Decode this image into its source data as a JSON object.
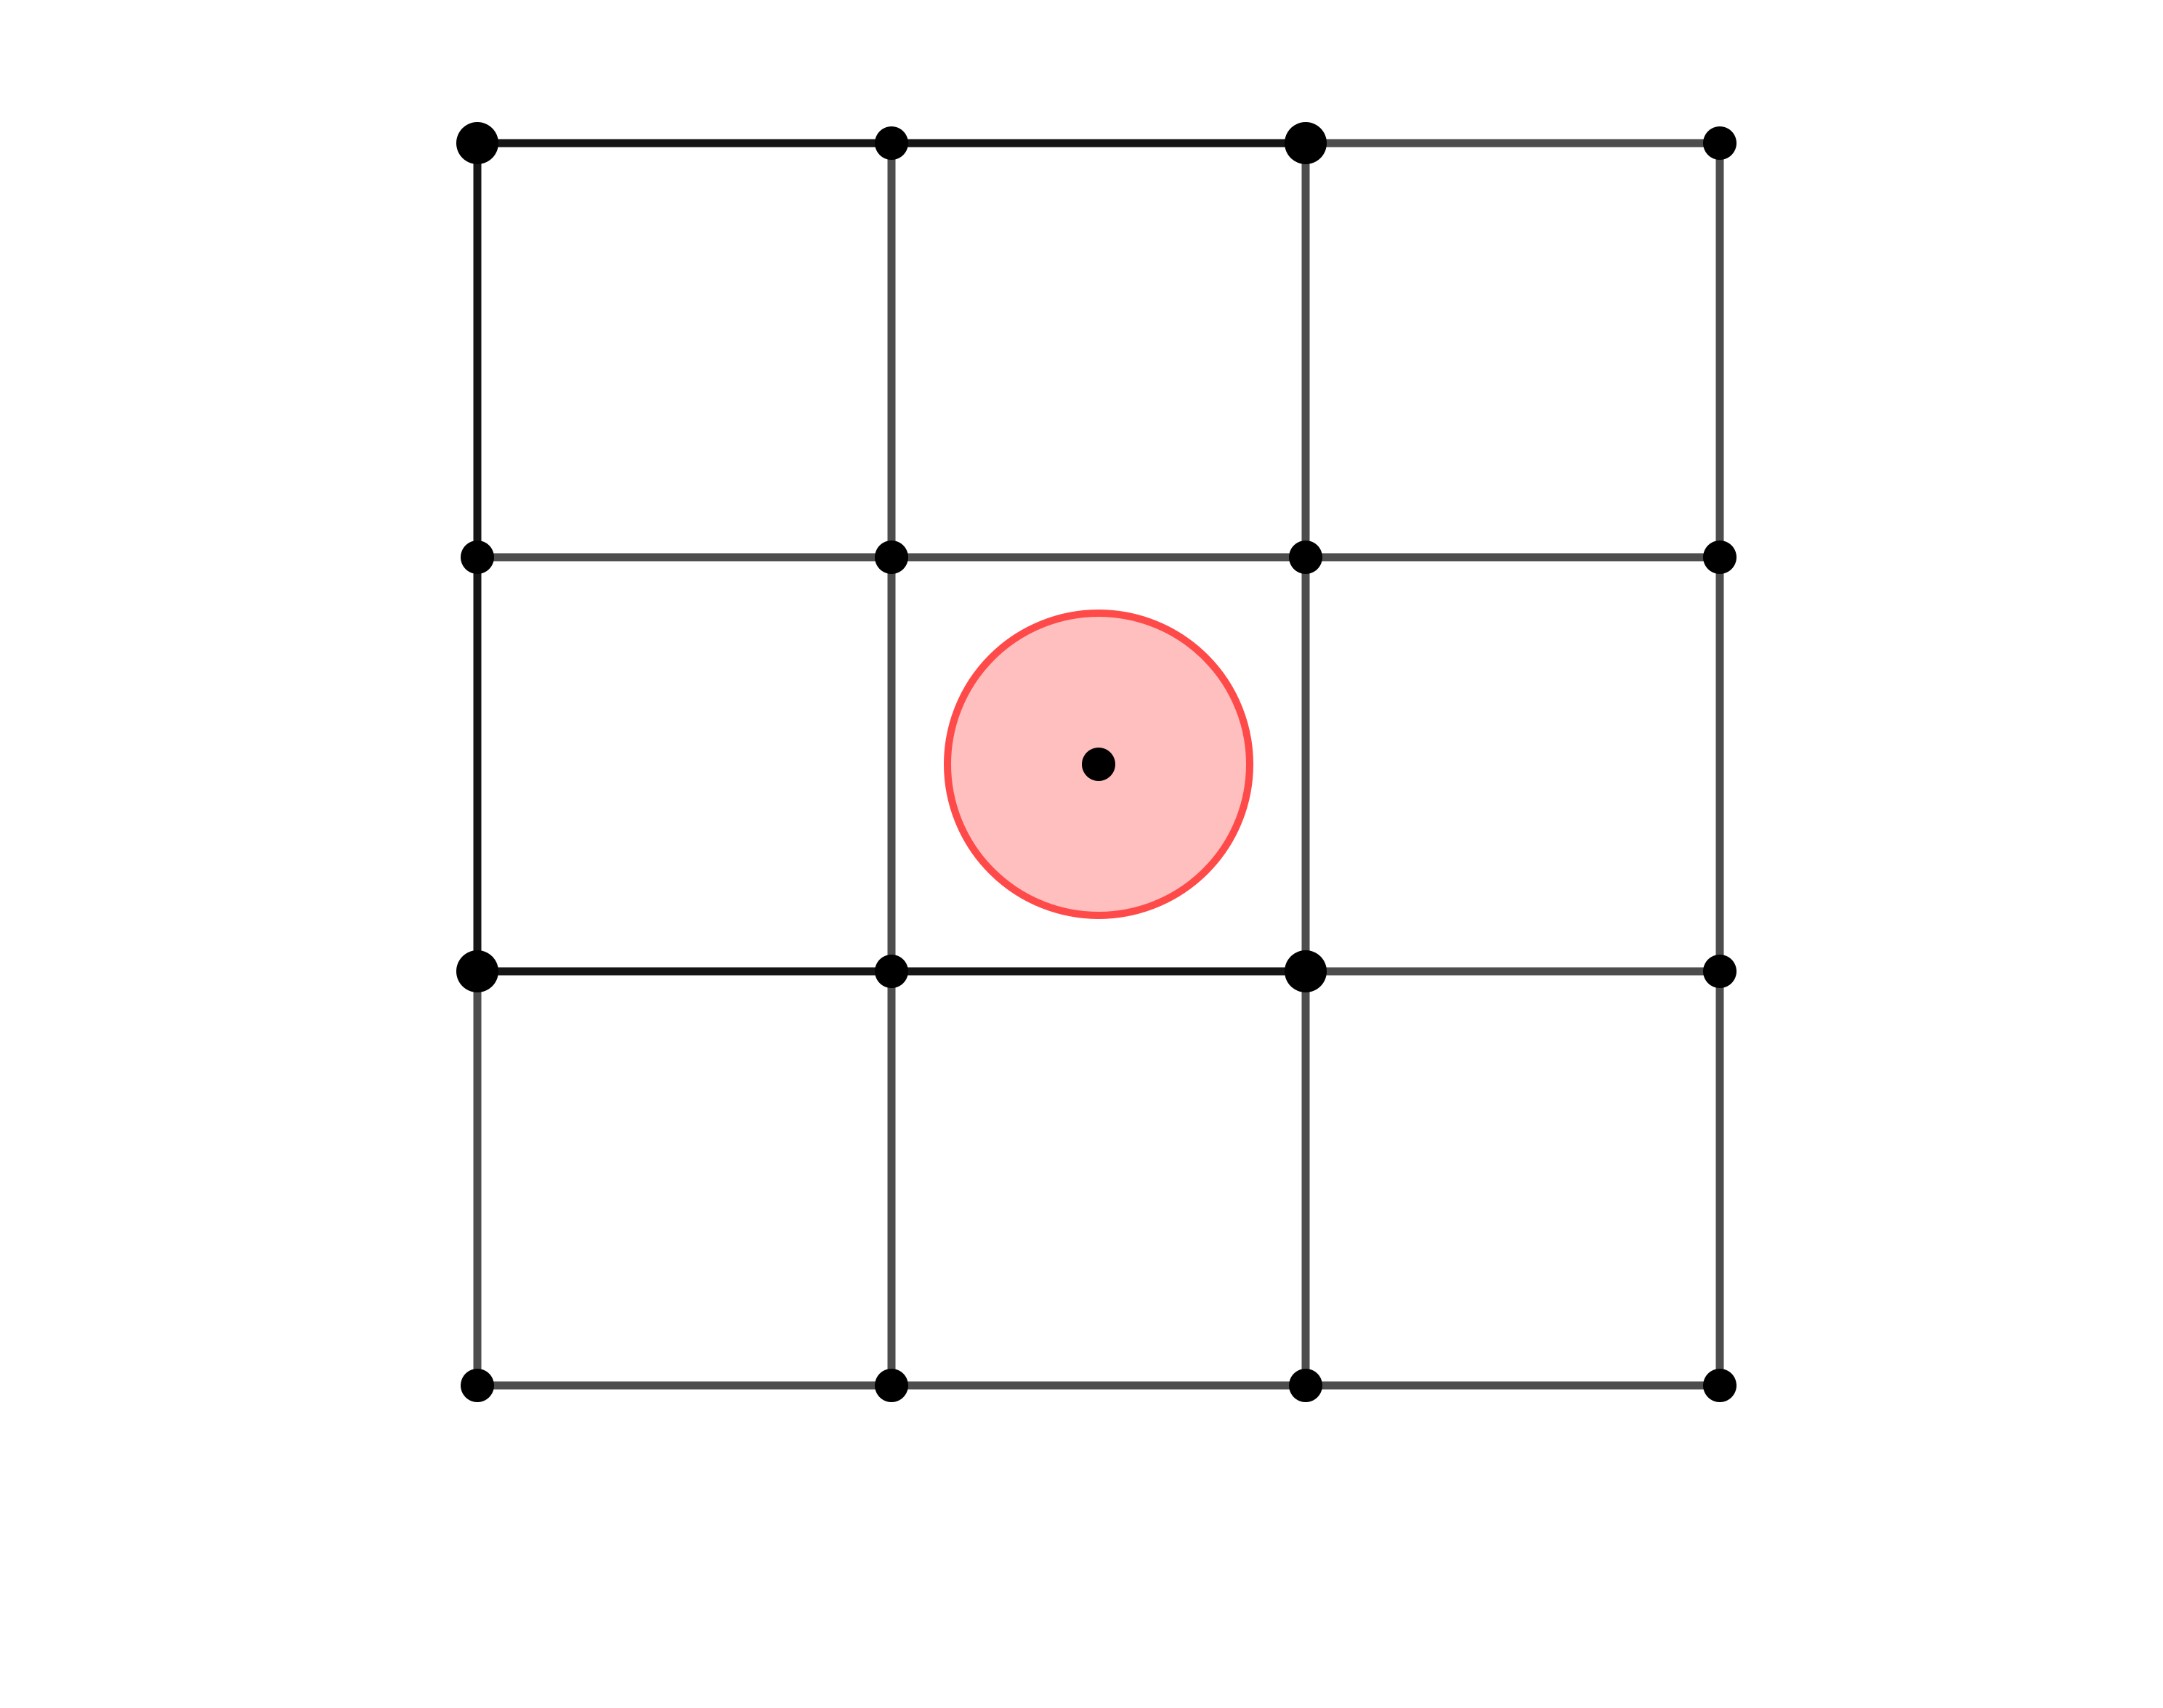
{
  "diagram": {
    "kind": "grid-graph",
    "grid": {
      "columns": 4,
      "rows": 4,
      "origin": "top-left"
    },
    "colors": {
      "background": "#ffffff",
      "edge_emphasized": "#151515",
      "edge_default": "#4d4d4d",
      "node": "#000000",
      "highlight_fill": "#ffbfbf",
      "highlight_stroke": "#ff4a4a"
    },
    "nodes": [
      {
        "id": "n-0-0",
        "col": 0,
        "row": 0,
        "emphasized": true
      },
      {
        "id": "n-1-0",
        "col": 1,
        "row": 0,
        "emphasized": false
      },
      {
        "id": "n-2-0",
        "col": 2,
        "row": 0,
        "emphasized": true
      },
      {
        "id": "n-3-0",
        "col": 3,
        "row": 0,
        "emphasized": false
      },
      {
        "id": "n-0-1",
        "col": 0,
        "row": 1,
        "emphasized": false
      },
      {
        "id": "n-1-1",
        "col": 1,
        "row": 1,
        "emphasized": false
      },
      {
        "id": "n-2-1",
        "col": 2,
        "row": 1,
        "emphasized": false
      },
      {
        "id": "n-3-1",
        "col": 3,
        "row": 1,
        "emphasized": false
      },
      {
        "id": "n-0-2",
        "col": 0,
        "row": 2,
        "emphasized": true
      },
      {
        "id": "n-1-2",
        "col": 1,
        "row": 2,
        "emphasized": false
      },
      {
        "id": "n-2-2",
        "col": 2,
        "row": 2,
        "emphasized": true
      },
      {
        "id": "n-3-2",
        "col": 3,
        "row": 2,
        "emphasized": false
      },
      {
        "id": "n-0-3",
        "col": 0,
        "row": 3,
        "emphasized": false
      },
      {
        "id": "n-1-3",
        "col": 1,
        "row": 3,
        "emphasized": false
      },
      {
        "id": "n-2-3",
        "col": 2,
        "row": 3,
        "emphasized": false
      },
      {
        "id": "n-3-3",
        "col": 3,
        "row": 3,
        "emphasized": false
      }
    ],
    "edges": [
      {
        "from": "n-0-0",
        "to": "n-1-0",
        "style": "emphasized"
      },
      {
        "from": "n-1-0",
        "to": "n-2-0",
        "style": "emphasized"
      },
      {
        "from": "n-2-0",
        "to": "n-3-0",
        "style": "default"
      },
      {
        "from": "n-0-1",
        "to": "n-1-1",
        "style": "default"
      },
      {
        "from": "n-1-1",
        "to": "n-2-1",
        "style": "default"
      },
      {
        "from": "n-2-1",
        "to": "n-3-1",
        "style": "default"
      },
      {
        "from": "n-0-2",
        "to": "n-1-2",
        "style": "emphasized"
      },
      {
        "from": "n-1-2",
        "to": "n-2-2",
        "style": "emphasized"
      },
      {
        "from": "n-2-2",
        "to": "n-3-2",
        "style": "default"
      },
      {
        "from": "n-0-3",
        "to": "n-1-3",
        "style": "default"
      },
      {
        "from": "n-1-3",
        "to": "n-2-3",
        "style": "default"
      },
      {
        "from": "n-2-3",
        "to": "n-3-3",
        "style": "default"
      },
      {
        "from": "n-0-0",
        "to": "n-0-1",
        "style": "emphasized"
      },
      {
        "from": "n-0-1",
        "to": "n-0-2",
        "style": "emphasized"
      },
      {
        "from": "n-0-2",
        "to": "n-0-3",
        "style": "default"
      },
      {
        "from": "n-1-0",
        "to": "n-1-1",
        "style": "default"
      },
      {
        "from": "n-1-1",
        "to": "n-1-2",
        "style": "default"
      },
      {
        "from": "n-1-2",
        "to": "n-1-3",
        "style": "default"
      },
      {
        "from": "n-2-0",
        "to": "n-2-1",
        "style": "default"
      },
      {
        "from": "n-2-1",
        "to": "n-2-2",
        "style": "default"
      },
      {
        "from": "n-2-2",
        "to": "n-2-3",
        "style": "default"
      },
      {
        "from": "n-3-0",
        "to": "n-3-1",
        "style": "default"
      },
      {
        "from": "n-3-1",
        "to": "n-3-2",
        "style": "default"
      },
      {
        "from": "n-3-2",
        "to": "n-3-3",
        "style": "default"
      }
    ],
    "highlight": {
      "shape": "circle",
      "cell": {
        "col": 1,
        "row": 1
      },
      "has_center_dot": true
    }
  }
}
